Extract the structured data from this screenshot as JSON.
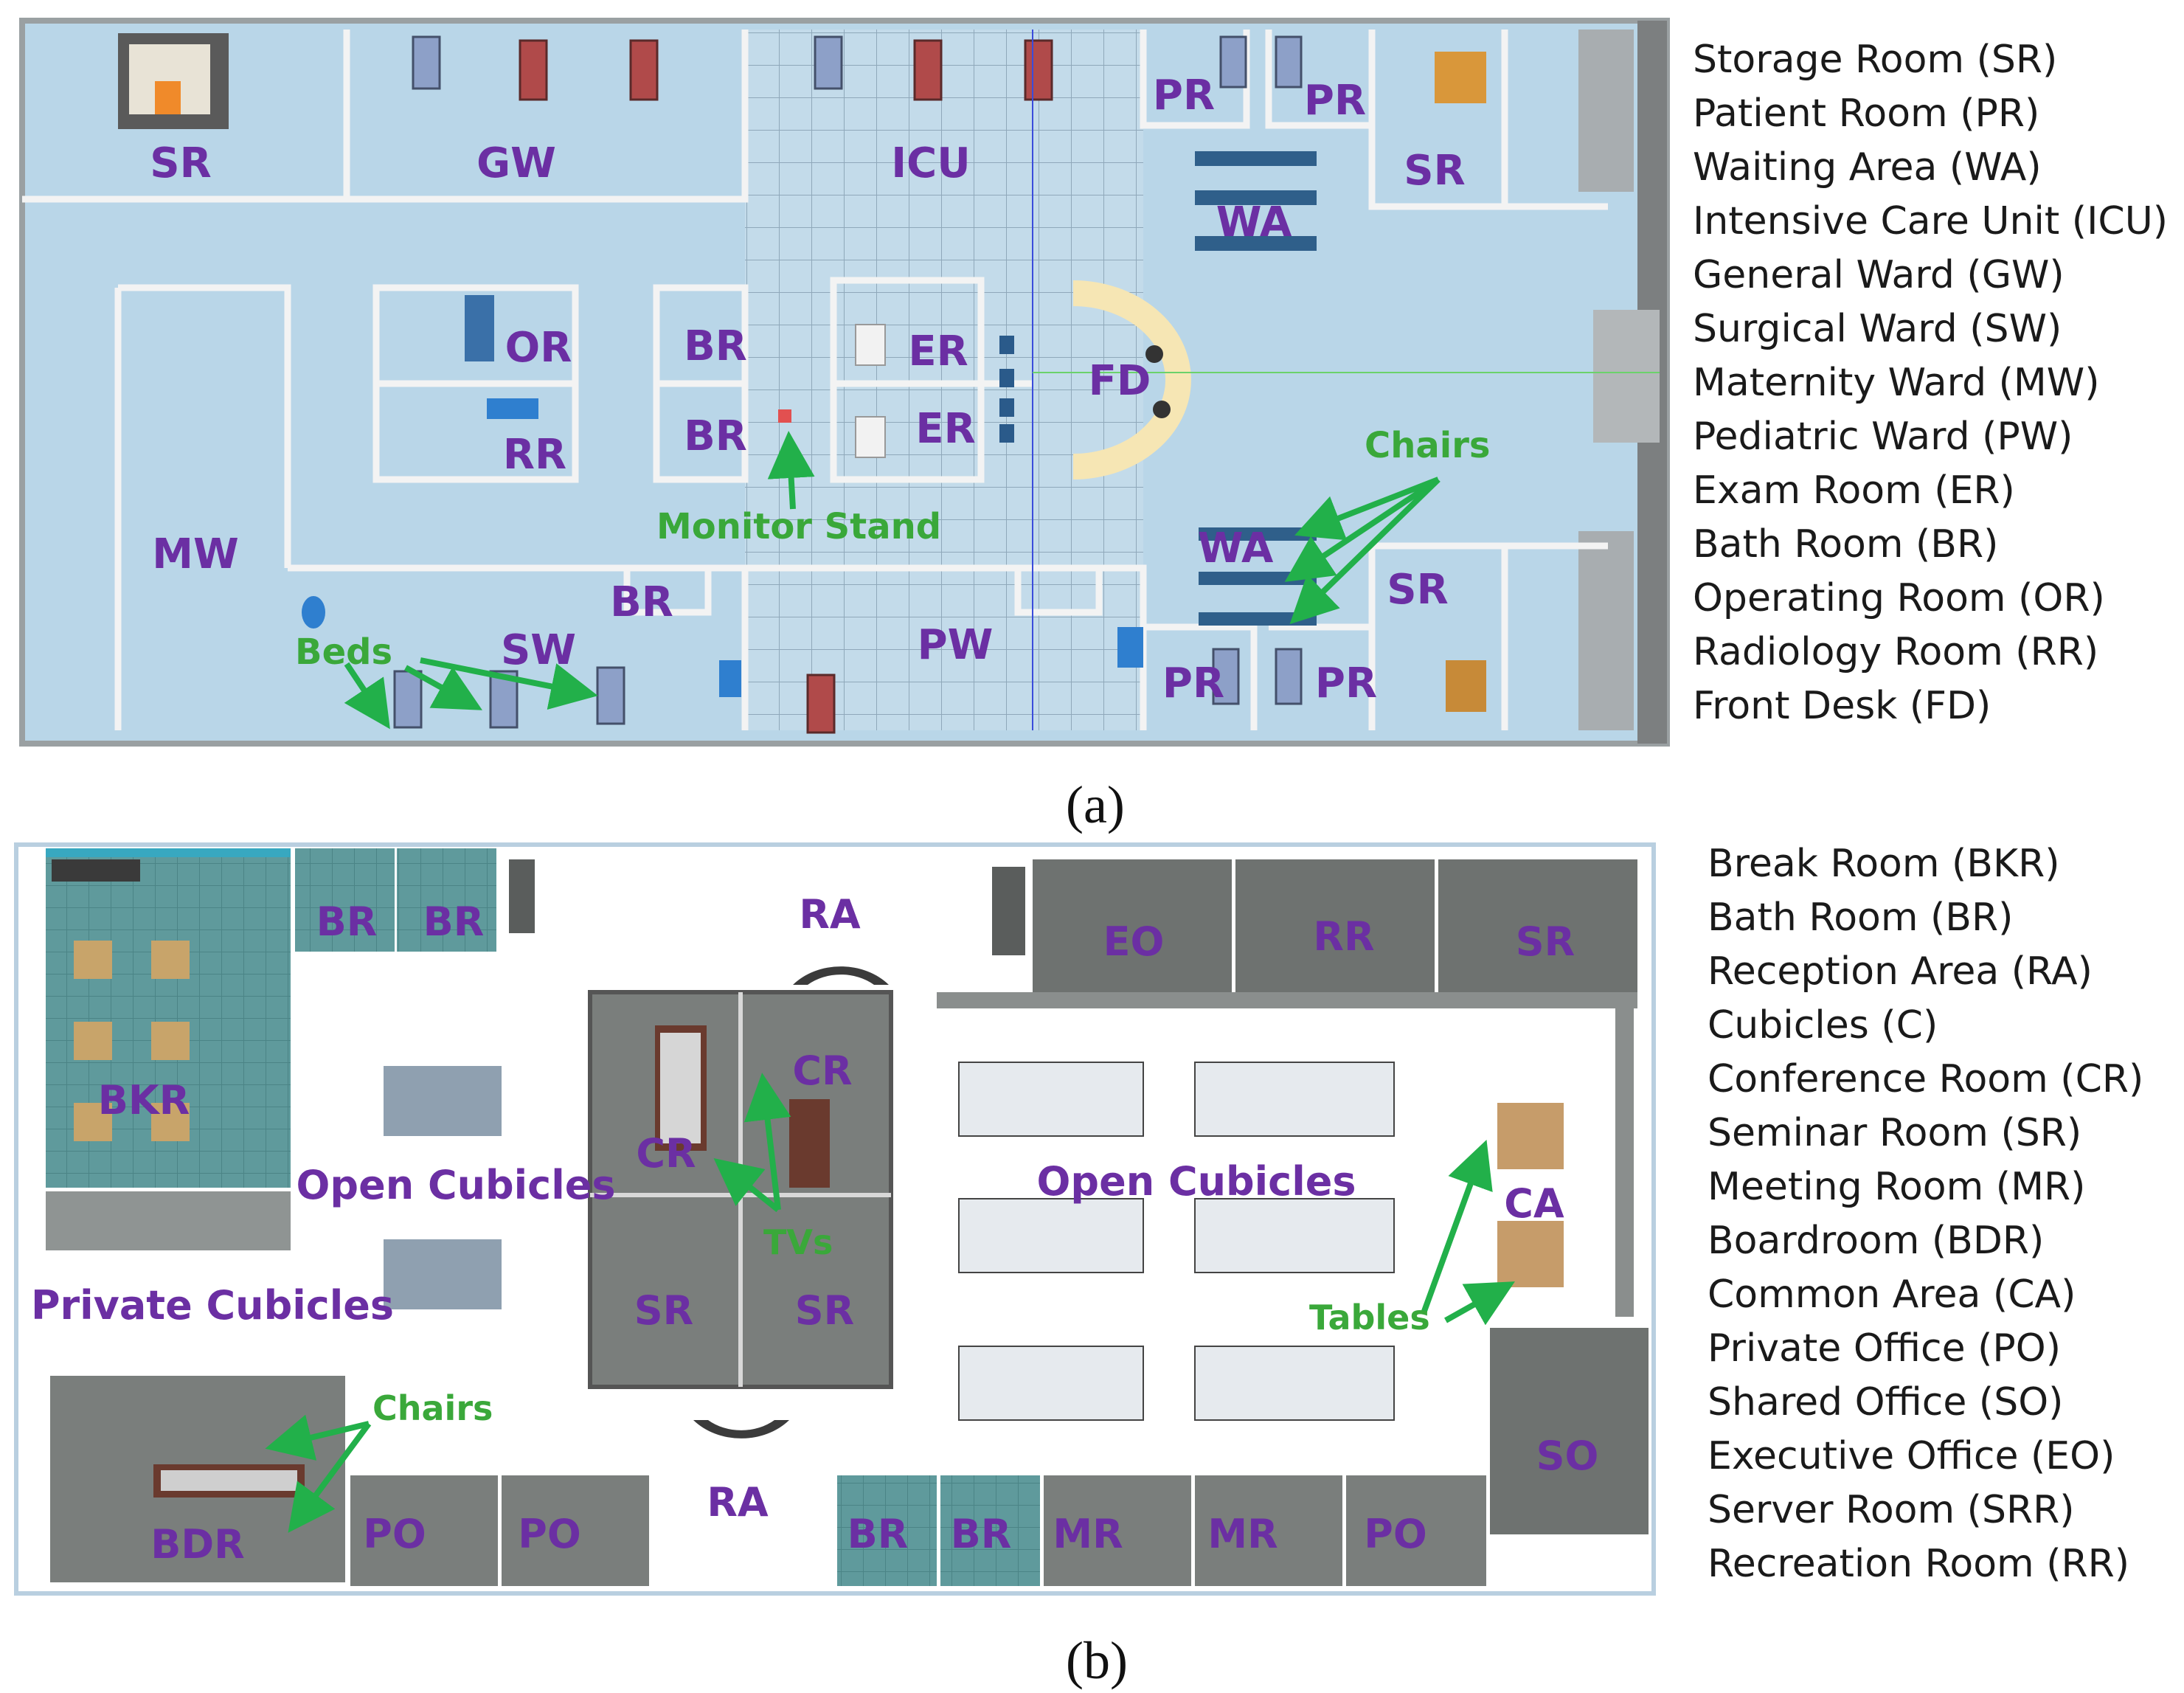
{
  "panel_a": {
    "caption": "(a)",
    "rooms": {
      "sr1": "SR",
      "gw": "GW",
      "icu": "ICU",
      "pr1": "PR",
      "pr2": "PR",
      "sr2": "SR",
      "wa1": "WA",
      "or": "OR",
      "rr": "RR",
      "br1": "BR",
      "br2": "BR",
      "er1": "ER",
      "er2": "ER",
      "fd": "FD",
      "mw": "MW",
      "br3": "BR",
      "sw": "SW",
      "pw": "PW",
      "wa2": "WA",
      "sr3": "SR",
      "pr3": "PR",
      "pr4": "PR"
    },
    "annotations": {
      "monitor": "Monitor Stand",
      "chairs": "Chairs",
      "beds": "Beds"
    },
    "legend": [
      "Storage Room (SR)",
      "Patient Room (PR)",
      "Waiting Area (WA)",
      "Intensive Care Unit (ICU)",
      "General Ward (GW)",
      "Surgical Ward (SW)",
      "Maternity Ward (MW)",
      "Pediatric Ward (PW)",
      "Exam Room (ER)",
      "Bath Room (BR)",
      "Operating Room (OR)",
      "Radiology Room (RR)",
      "Front Desk (FD)"
    ]
  },
  "panel_b": {
    "caption": "(b)",
    "rooms": {
      "br1": "BR",
      "br2": "BR",
      "ra1": "RA",
      "eo": "EO",
      "rr": "RR",
      "sr1": "SR",
      "bkr": "BKR",
      "cr1": "CR",
      "cr2": "CR",
      "open1": "Open Cubicles",
      "open2": "Open Cubicles",
      "private": "Private Cubicles",
      "sr2": "SR",
      "sr3": "SR",
      "ca": "CA",
      "so": "SO",
      "bdr": "BDR",
      "po1": "PO",
      "po2": "PO",
      "ra2": "RA",
      "br3": "BR",
      "br4": "BR",
      "mr1": "MR",
      "mr2": "MR",
      "po3": "PO"
    },
    "annotations": {
      "tvs": "TVs",
      "tables": "Tables",
      "chairs": "Chairs"
    },
    "legend": [
      "Break Room (BKR)",
      "Bath Room (BR)",
      "Reception Area (RA)",
      "Cubicles (C)",
      "Conference Room (CR)",
      "Seminar Room (SR)",
      "Meeting Room (MR)",
      "Boardroom (BDR)",
      "Common Area (CA)",
      "Private Office (PO)",
      "Shared Office (SO)",
      "Executive Office (EO)",
      "Server Room (SRR)",
      "Recreation Room (RR)"
    ]
  },
  "colors": {
    "room_label": "#6b2fa3",
    "annotation": "#3aa83a",
    "hospital_floor": "#bcd9ea",
    "office_floor": "#ffffff",
    "wall": "#f4f4f4",
    "dark_room": "#6b6f6d",
    "teal_room": "#5f9a9c"
  }
}
